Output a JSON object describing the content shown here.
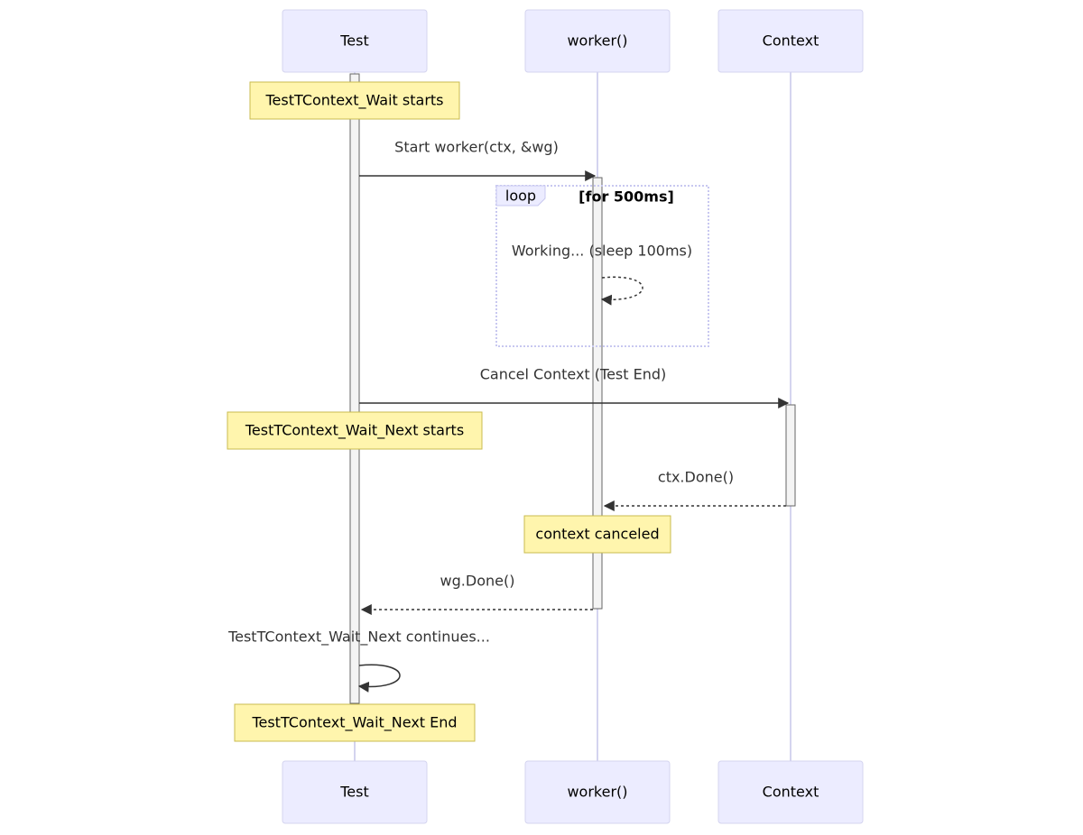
{
  "participants": {
    "test": "Test",
    "worker": "worker()",
    "context": "Context"
  },
  "notes": {
    "wait_starts": "TestTContext_Wait starts",
    "next_starts": "TestTContext_Wait_Next starts",
    "context_canceled": "context canceled",
    "next_end": "TestTContext_Wait_Next End"
  },
  "messages": {
    "start_worker": "Start worker(ctx, &wg)",
    "working": "Working... (sleep 100ms)",
    "cancel_context": "Cancel Context (Test End)",
    "ctx_done": "ctx.Done()",
    "wg_done": "wg.Done()",
    "continues": "TestTContext_Wait_Next continues..."
  },
  "loop": {
    "label": "loop",
    "condition": "[for 500ms]"
  },
  "colors": {
    "actor_fill": "#ececff",
    "note_fill": "#fff5ad",
    "lifeline": "#d4d4ef"
  }
}
